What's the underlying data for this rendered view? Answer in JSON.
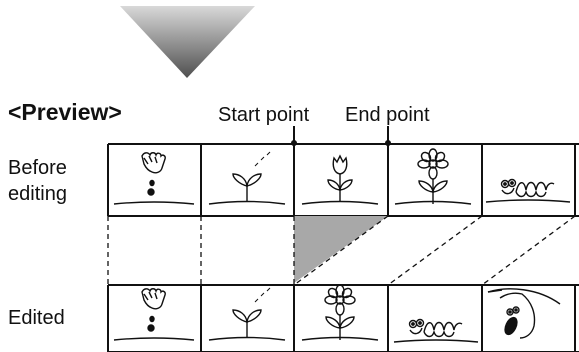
{
  "header": {
    "title": "<Preview>"
  },
  "markers": {
    "start_label": "Start point",
    "end_label": "End point"
  },
  "rows": {
    "before": {
      "label_line1": "Before",
      "label_line2": "editing"
    },
    "edited": {
      "label": "Edited"
    }
  },
  "frames_before": [
    {
      "icon": "hand-sowing-seed-icon"
    },
    {
      "icon": "sprout-icon"
    },
    {
      "icon": "tulip-bud-icon"
    },
    {
      "icon": "flower-icon"
    },
    {
      "icon": "worm-icon"
    }
  ],
  "frames_edited": [
    {
      "icon": "hand-sowing-seed-icon"
    },
    {
      "icon": "sprout-icon"
    },
    {
      "icon": "flower-icon"
    },
    {
      "icon": "worm-icon"
    },
    {
      "icon": "bird-icon"
    }
  ],
  "colors": {
    "arrow": "#5a5a5a",
    "removed_region": "#a8a8a8",
    "line": "#111111"
  }
}
